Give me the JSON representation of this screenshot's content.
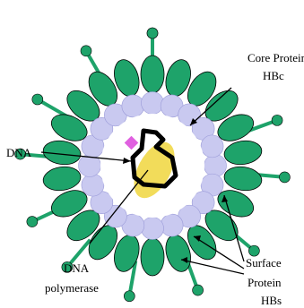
{
  "labels": {
    "core_line1": "Core Protein",
    "core_line2": "HBc",
    "dna": "DNA",
    "polymerase_line1": "DNA",
    "polymerase_line2": "polymerase",
    "surface_line1": "Surface",
    "surface_line2": "Protein",
    "surface_line3": "HBs"
  },
  "colors": {
    "surface_protein": "#1ea36a",
    "core_protein": "#c9c9f0",
    "inner_core": "#ffffff",
    "dna_strand": "#000000",
    "polymerase": "#f2dc5a",
    "polymerase_marker": "#e060e0"
  }
}
